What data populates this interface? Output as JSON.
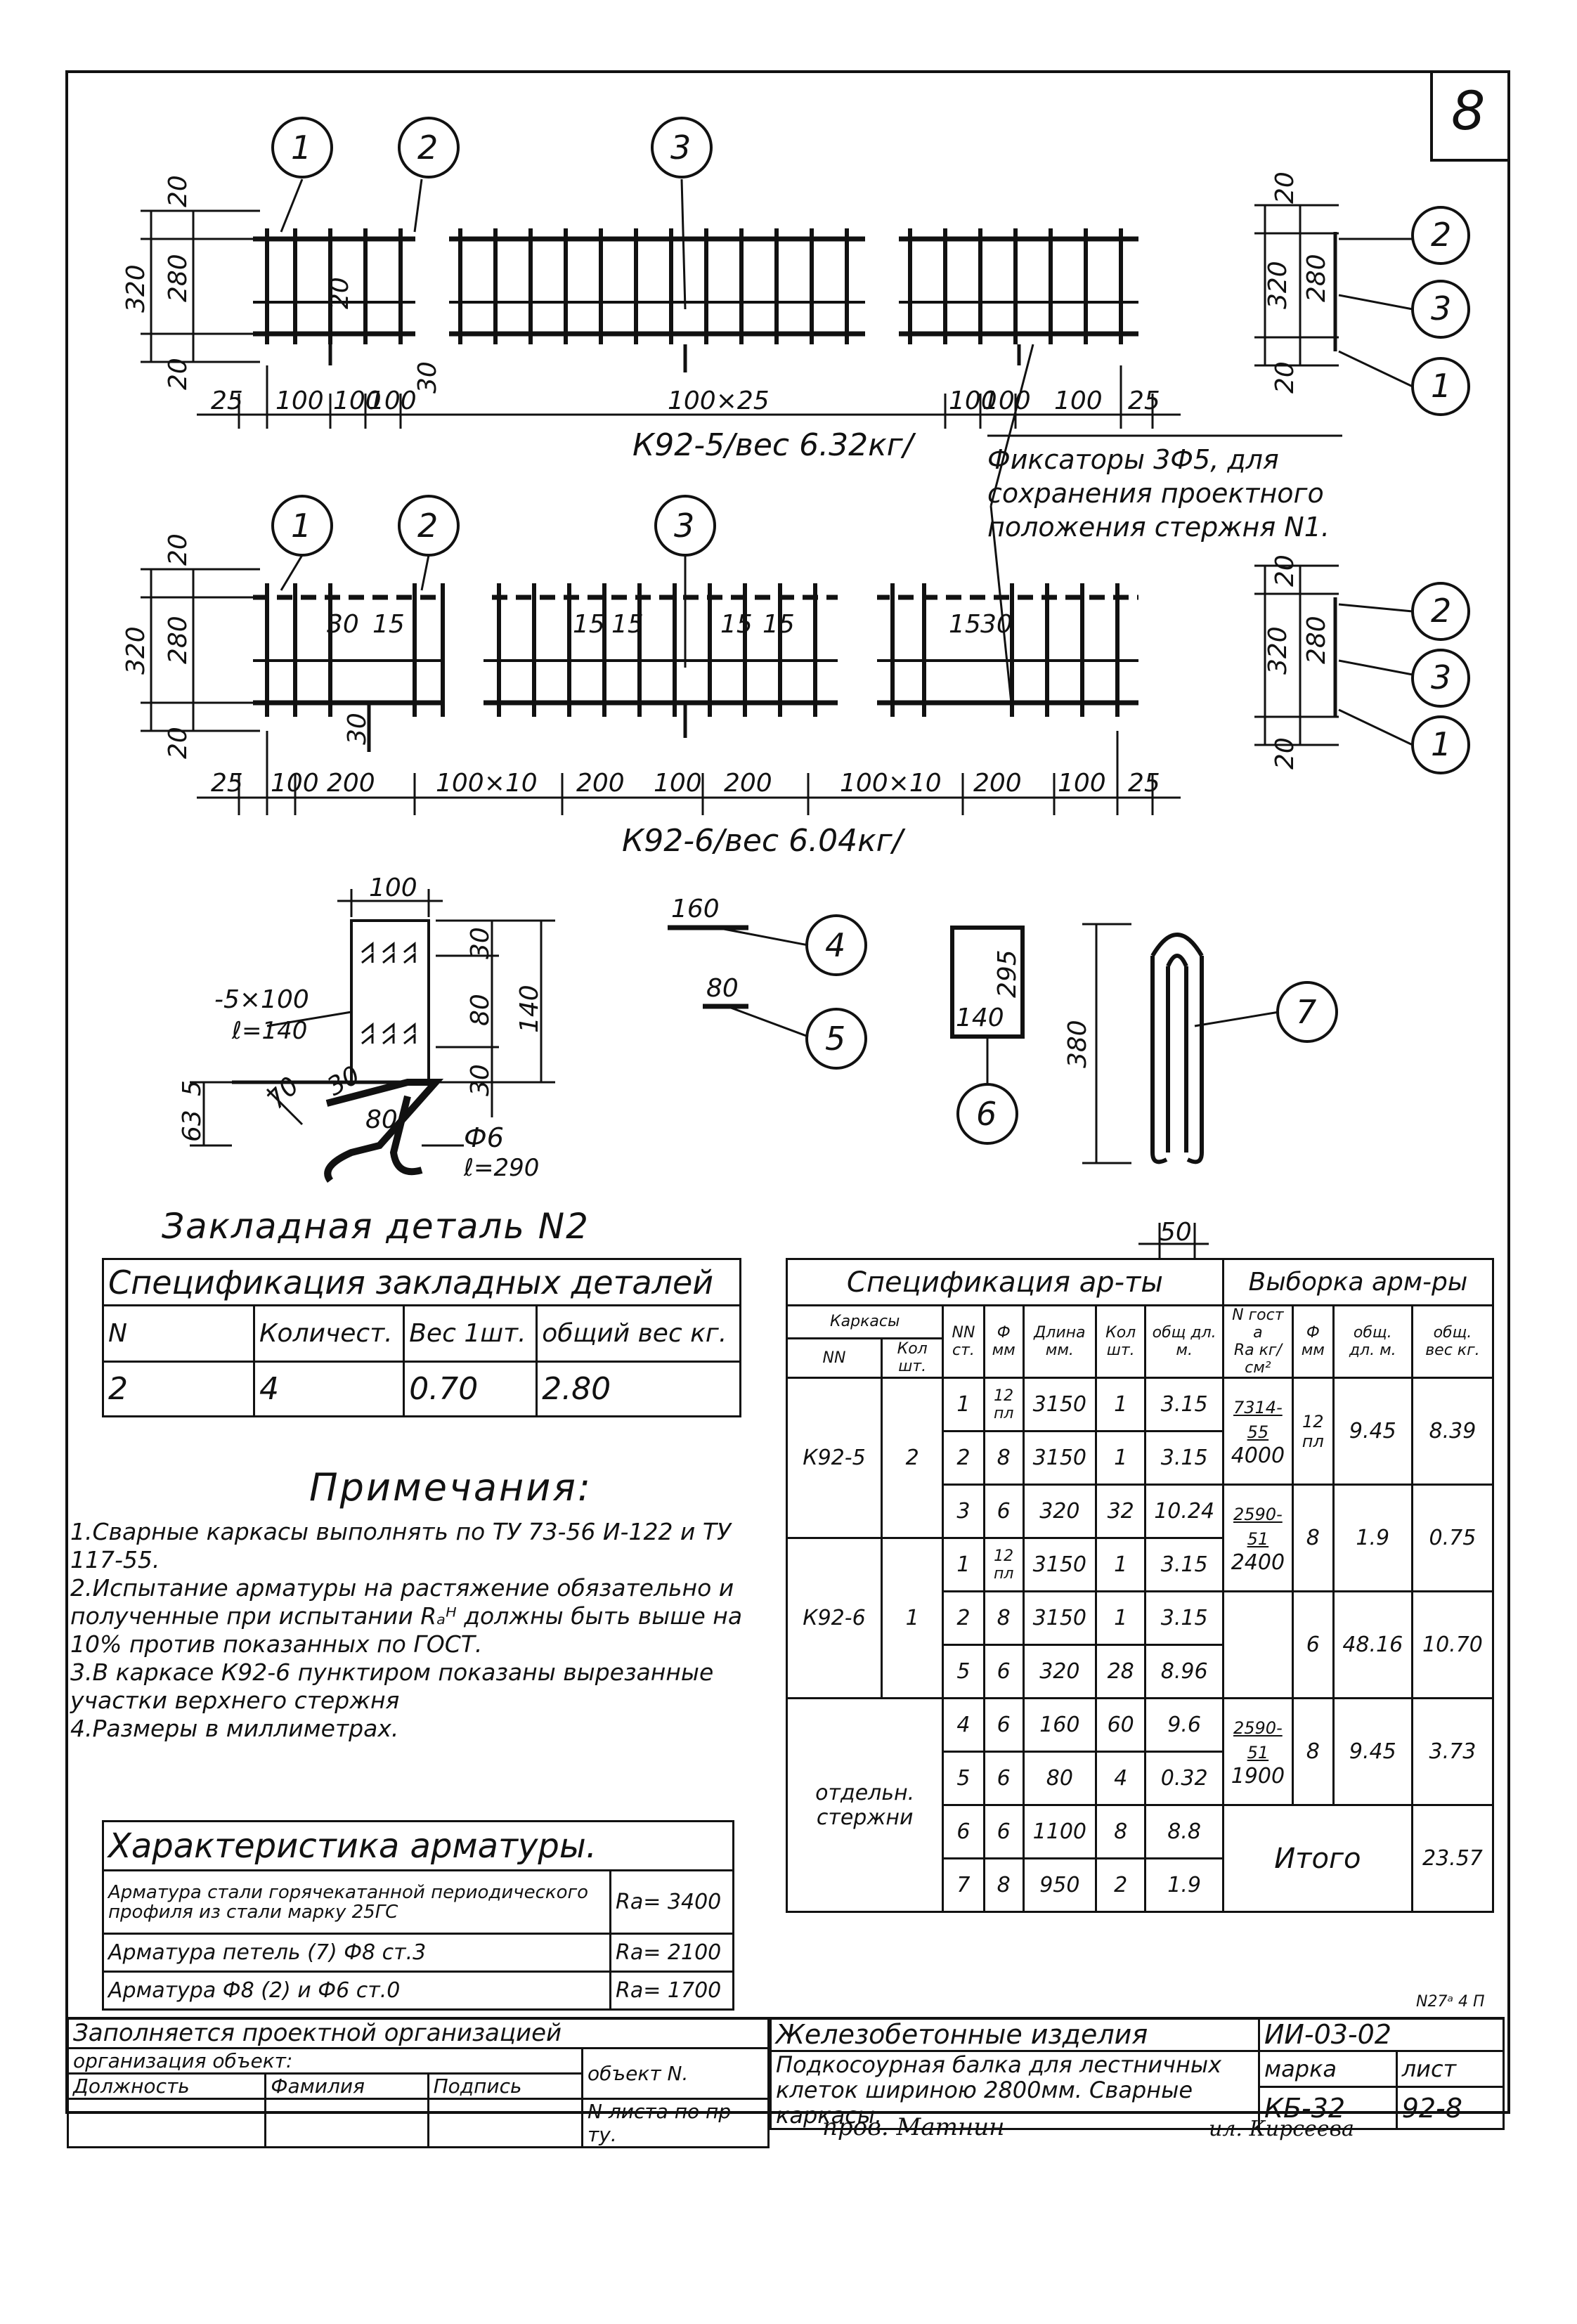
{
  "sheet_number": "8",
  "frame1": {
    "callouts": [
      "1",
      "2",
      "3"
    ],
    "dims_left": {
      "total": "320",
      "inner": "280",
      "top": "20",
      "bottom": "20",
      "mid": "20"
    },
    "dims_bottom": [
      "25",
      "100",
      "100",
      "100",
      "30",
      "100×25",
      "100",
      "100",
      "100",
      "25"
    ],
    "title": "К92-5/вес 6.32кг/",
    "section": {
      "total": "320",
      "inner": "280",
      "top": "20",
      "bottom": "20",
      "callouts": [
        "2",
        "3",
        "1"
      ]
    }
  },
  "fixator_note": "Фиксаторы 3Ф5, для сохранения проектного положения стержня N1.",
  "frame2": {
    "callouts": [
      "1",
      "2",
      "3"
    ],
    "dims_left": {
      "total": "320",
      "inner": "280",
      "top": "20",
      "bottom": "20",
      "mid": "30"
    },
    "dims_top": [
      "30",
      "15",
      "15",
      "15",
      "15",
      "15",
      "15",
      "30"
    ],
    "dims_bottom": [
      "25",
      "100",
      "200",
      "100×10",
      "200",
      "100",
      "200",
      "100×10",
      "200",
      "100",
      "25"
    ],
    "title": "К92-6/вес 6.04кг/",
    "section": {
      "total": "320",
      "inner": "280",
      "top": "20",
      "bottom": "20",
      "callouts": [
        "2",
        "3",
        "1"
      ]
    }
  },
  "detail": {
    "title": "Закладная деталь N2",
    "dims": [
      "100",
      "30",
      "80",
      "140",
      "30",
      "63",
      "5",
      "70",
      "30",
      "80"
    ],
    "plate_label": "-5×100",
    "plate_length": "ℓ=140",
    "bar_label": "Ф6",
    "bar_length": "ℓ=290"
  },
  "bars": {
    "b4": {
      "len": "160",
      "callout": "4"
    },
    "b5": {
      "len": "80",
      "callout": "5"
    },
    "b6": {
      "a": "295",
      "b": "140",
      "callout": "6"
    },
    "b7": {
      "h": "380",
      "w": "50",
      "callout": "7"
    }
  },
  "embed_spec": {
    "title": "Спецификация закладных деталей",
    "headers": [
      "N",
      "Количест.",
      "Вес 1шт.",
      "общий вес кг."
    ],
    "row": [
      "2",
      "4",
      "0.70",
      "2.80"
    ]
  },
  "notes": {
    "title": "Примечания:",
    "items": [
      "1.Сварные каркасы выполнять по ТУ 73-56 И-122 и ТУ 117-55.",
      "2.Испытание арматуры на растяжение обязательно и полученные при испытании Rₐᴴ должны быть выше на 10% против показанных по ГОСТ.",
      "3.В каркасе К92-6 пунктиром показаны вырезанные участки верхнего стержня",
      "4.Размеры в миллиметрах."
    ]
  },
  "char": {
    "title": "Характеристика арматуры.",
    "rows": [
      {
        "desc": "Арматура стали горячекатанной периодического профиля из стали марку 25ГС",
        "ra": "Ra= 3400"
      },
      {
        "desc": "Арматура петель (7) Ф8 ст.3",
        "ra": "Ra= 2100"
      },
      {
        "desc": "Арматура Ф8 (2) и Ф6 ст.0",
        "ra": "Ra= 1700"
      }
    ]
  },
  "rebar_spec": {
    "title": "Спецификация ар-ты",
    "sel_title": "Выборка арм-ры",
    "headers": {
      "frames": "Каркасы",
      "nn": "NN",
      "kol": "Кол шт.",
      "nn_st": "NN ст.",
      "phi": "Ф мм",
      "len": "Длина мм.",
      "qty": "Кол шт.",
      "total": "общ дл. м.",
      "gost": "N гост а",
      "ra": "Ra кг/см²",
      "phi2": "Ф мм",
      "tot_len": "общ. дл. м.",
      "tot_w": "общ. вес кг."
    },
    "groups": [
      {
        "name": "К92-5",
        "kol": "2",
        "rows": [
          [
            "1",
            "12 пл",
            "3150",
            "1",
            "3.15"
          ],
          [
            "2",
            "8",
            "3150",
            "1",
            "3.15"
          ],
          [
            "3",
            "6",
            "320",
            "32",
            "10.24"
          ]
        ]
      },
      {
        "name": "К92-6",
        "kol": "1",
        "rows": [
          [
            "1",
            "12 пл",
            "3150",
            "1",
            "3.15"
          ],
          [
            "2",
            "8",
            "3150",
            "1",
            "3.15"
          ],
          [
            "5",
            "6",
            "320",
            "28",
            "8.96"
          ]
        ]
      },
      {
        "name": "отдельн. стержни",
        "kol": "",
        "rows": [
          [
            "4",
            "6",
            "160",
            "60",
            "9.6"
          ],
          [
            "5",
            "6",
            "80",
            "4",
            "0.32"
          ],
          [
            "6",
            "6",
            "1100",
            "8",
            "8.8"
          ],
          [
            "7",
            "8",
            "950",
            "2",
            "1.9"
          ]
        ]
      }
    ],
    "selection": [
      {
        "gost": "7314-55",
        "ra": "4000",
        "phi": "12 пл",
        "len": "9.45",
        "w": "8.39"
      },
      {
        "gost": "2590-51",
        "ra": "2400",
        "phi": "8",
        "len": "1.9",
        "w": "0.75"
      },
      {
        "gost": "",
        "ra": "",
        "phi": "6",
        "len": "48.16",
        "w": "10.70"
      },
      {
        "gost": "2590-51",
        "ra": "1900",
        "phi": "8",
        "len": "9.45",
        "w": "3.73"
      }
    ],
    "total_label": "Итого",
    "total_value": "23.57",
    "ref": "N27ᵃ 4 П"
  },
  "stamp": {
    "fill": "Заполняется проектной организацией",
    "org": "организация объект:",
    "obj": "объект N.",
    "cols": [
      "Должность",
      "Фамилия",
      "Подпись"
    ],
    "sheets": "N листа по пр-ту.",
    "category": "Железобетонные изделия",
    "code": "ИИ-03-02",
    "desc": "Подкосоурная балка для лестничных клеток шириною 2800мм. Сварные каркасы.",
    "mark_label": "марка",
    "mark": "КБ-32",
    "sheet_label": "лист",
    "sheet": "92-8",
    "sig1": "пров. Матнин",
    "sig2": "ил. Кирсеева"
  }
}
